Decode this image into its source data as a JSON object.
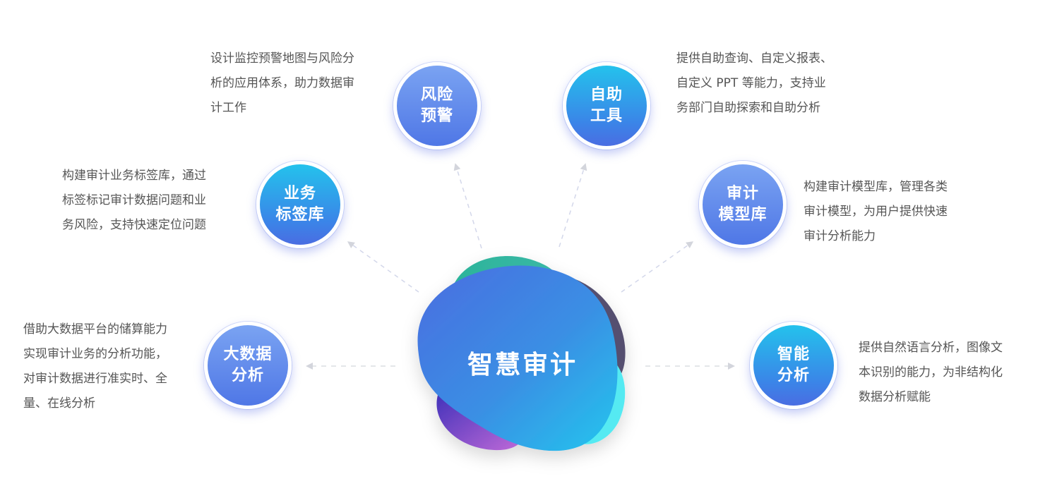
{
  "center": {
    "title": "智慧审计"
  },
  "colors": {
    "node_blue_top": "#7aa3f2",
    "node_blue_bottom": "#4f77e6",
    "node_cyan_top": "#24c2ec",
    "node_cyan_bottom": "#4a6de2",
    "description_text": "#555555",
    "arrow": "#d6d8e0"
  },
  "nodes": [
    {
      "id": "risk-warning",
      "label": "风险\n预警",
      "description": [
        "设计监控预警地图与风险分",
        "析的应用体系，助力数据审",
        "计工作"
      ]
    },
    {
      "id": "self-service-tools",
      "label": "自助\n工具",
      "description": [
        "提供自助查询、自定义报表、",
        "自定义 PPT 等能力，支持业",
        "务部门自助探索和自助分析"
      ]
    },
    {
      "id": "business-tag-library",
      "label": "业务\n标签库",
      "description": [
        "构建审计业务标签库，通过",
        "标签标记审计数据问题和业",
        "务风险，支持快速定位问题"
      ]
    },
    {
      "id": "audit-model-library",
      "label": "审计\n模型库",
      "description": [
        "构建审计模型库，管理各类",
        "审计模型，为用户提供快速",
        "审计分析能力"
      ]
    },
    {
      "id": "big-data-analysis",
      "label": "大数据\n分析",
      "description": [
        "借助大数据平台的储算能力",
        "实现审计业务的分析功能，",
        "对审计数据进行准实时、全",
        "量、在线分析"
      ]
    },
    {
      "id": "intelligent-analysis",
      "label": "智能\n分析",
      "description": [
        "提供自然语言分析，图像文",
        "本识别的能力，为非结构化",
        "数据分析赋能"
      ]
    }
  ]
}
